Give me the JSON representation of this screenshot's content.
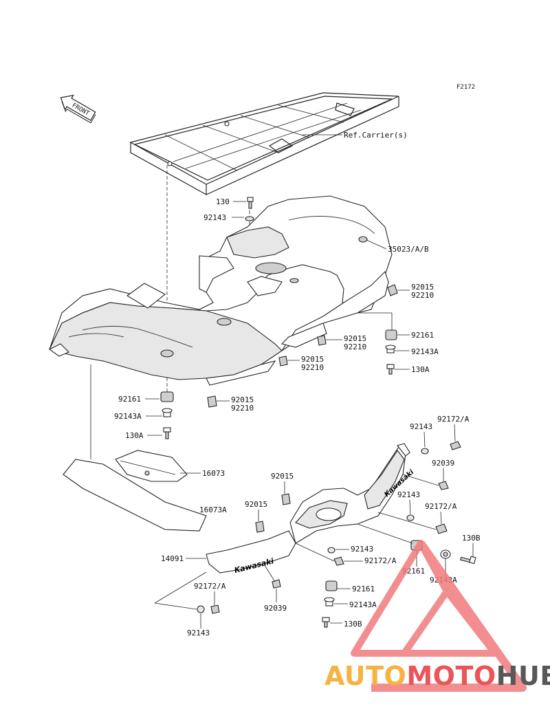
{
  "figure_code": "F2172",
  "front_arrow_label": "FRONT",
  "decal_text": "Kawasaki",
  "callouts": {
    "ref_carrier": "Ref.Carrier(s)",
    "l_130_top": "130",
    "l_92143_top": "92143",
    "l_35023": "35023/A/B",
    "l_92015_r1": "92015",
    "l_92210_r1": "92210",
    "l_92161_r": "92161",
    "l_92015_r2": "92015",
    "l_92210_r2": "92210",
    "l_92143A_r": "92143A",
    "l_130A_r": "130A",
    "l_92015_r3": "92015",
    "l_92210_r3": "92210",
    "l_92161_l": "92161",
    "l_92015_c": "92015",
    "l_92210_c": "92210",
    "l_92143A_l": "92143A",
    "l_130A_l": "130A",
    "l_92143_rb": "92143",
    "l_92172A_rb1": "92172/A",
    "l_92039_rb": "92039",
    "l_16073": "16073",
    "l_16073A": "16073A",
    "l_92015_m1": "92015",
    "l_92015_m2": "92015",
    "l_92143_rb2": "92143",
    "l_92172A_rb2": "92172/A",
    "l_130B_r": "130B",
    "l_14091": "14091",
    "l_92143_m": "92143",
    "l_92172A_m": "92172/A",
    "l_92161_rb": "92161",
    "l_92143A_rb": "92143A",
    "l_92172A_bl": "92172/A",
    "l_92039_b": "92039",
    "l_92161_b": "92161",
    "l_92143A_b": "92143A",
    "l_130B_b": "130B",
    "l_92143_bl": "92143"
  },
  "watermark": {
    "part1": "AUTO",
    "part2": "MOTO",
    "part3": "HUB",
    "color1": "#f5a623",
    "color2": "#e8373d",
    "color3": "#3c3c3c"
  }
}
